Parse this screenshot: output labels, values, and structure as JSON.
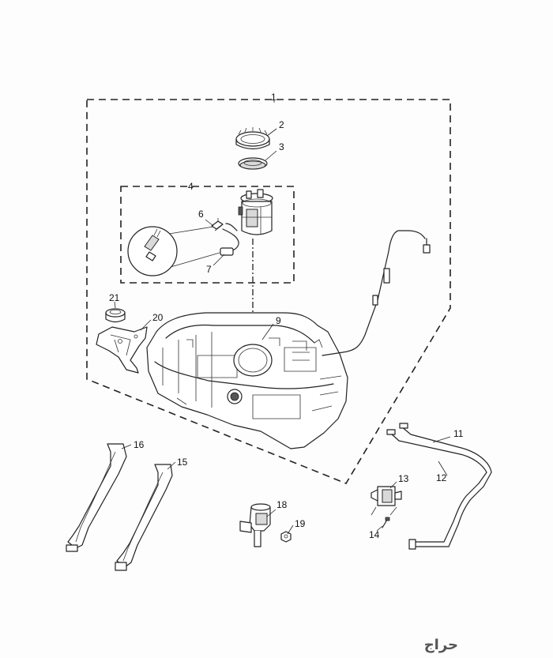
{
  "diagram": {
    "callouts": {
      "c1": "1",
      "c2": "2",
      "c3": "3",
      "c4": "4",
      "c6": "6",
      "c7": "7",
      "c9": "9",
      "c11": "11",
      "c12": "12",
      "c13": "13",
      "c14": "14",
      "c15": "15",
      "c16": "16",
      "c18": "18",
      "c19": "19",
      "c20": "20",
      "c21": "21"
    },
    "watermark": "حراج"
  },
  "colors": {
    "line": "#222222",
    "background": "#fdfdfd",
    "shade": "#d9d9d9"
  }
}
